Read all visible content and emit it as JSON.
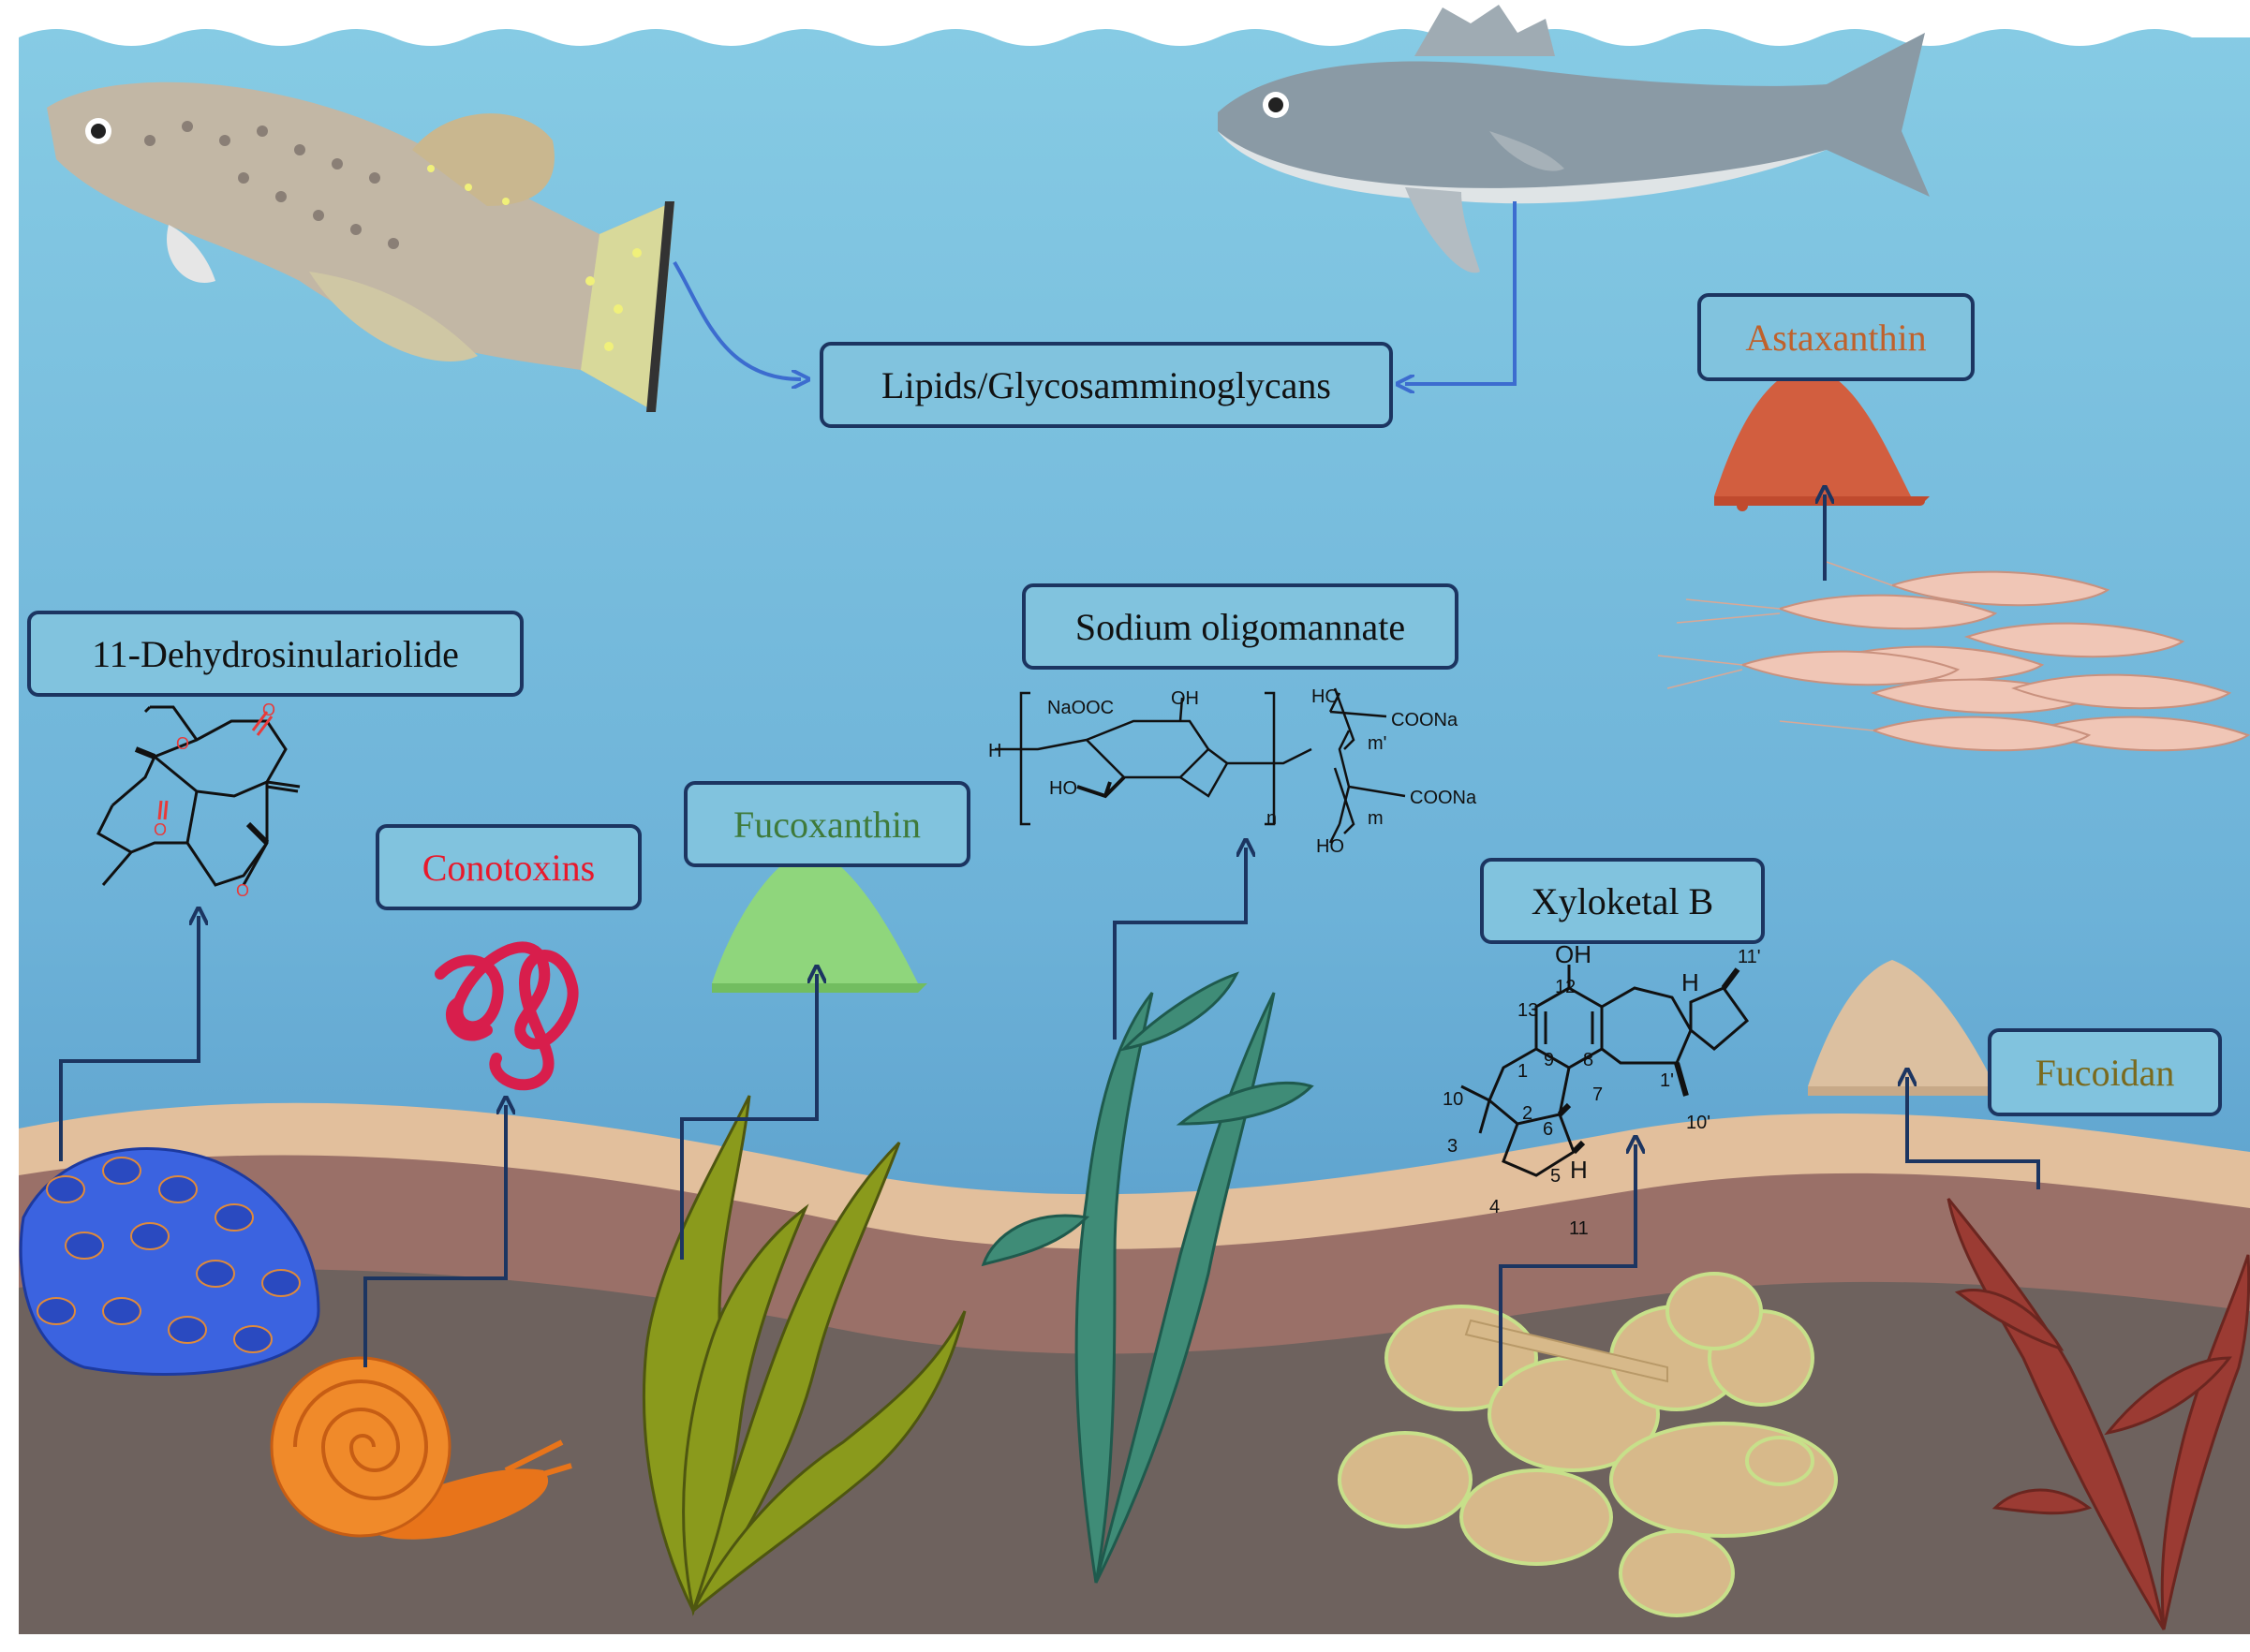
{
  "labels": {
    "lipids": "Lipids/Glycosamminoglycans",
    "astaxanthin": "Astaxanthin",
    "dehydrosinulariolide": "11-Dehydrosinulariolide",
    "conotoxins": "Conotoxins",
    "fucoxanthin": "Fucoxanthin",
    "sodium_oligomannate": "Sodium oligomannate",
    "xyloketal_b": "Xyloketal B",
    "fucoidan": "Fucoidan"
  },
  "label_colors": {
    "default": "#111111",
    "astaxanthin": "#c0612b",
    "conotoxins": "#e8192c",
    "fucoxanthin": "#3f7a3a",
    "fucoidan": "#7a6a1e"
  },
  "structures": {
    "oligomannate": {
      "naooc": "NaOOC",
      "oh_top": "OH",
      "ho_left": "HO",
      "h": "H",
      "n": "n",
      "m_prime": "m'",
      "m": "m",
      "coona1": "COONa",
      "coona2": "COONa",
      "ho1": "HO",
      "ho2": "HO"
    },
    "xyloketal": {
      "oh": "OH",
      "h1": "H",
      "h2": "H",
      "n12": "12",
      "n13": "13",
      "n9": "9",
      "n8": "8",
      "n1": "1",
      "n10": "10",
      "n2": "2",
      "n3": "3",
      "n6": "6",
      "n7": "7",
      "n5": "5",
      "n4": "4",
      "n11": "11",
      "n1p": "1'",
      "n10p": "10'",
      "n11p": "11'"
    },
    "dehydro": {
      "o1": "O",
      "o2": "O",
      "o3": "O",
      "o4": "O"
    }
  },
  "organisms": [
    "killifish-icon",
    "sea-bass-icon",
    "krill-icon",
    "astaxanthin-powder-icon",
    "blue-sponge-icon",
    "cone-snail-icon",
    "conotoxin-peptide-icon",
    "fucoxanthin-powder-icon",
    "brown-kelp-icon",
    "green-seaweed-icon",
    "fungus-colony-icon",
    "red-seaweed-icon",
    "fucoidan-powder-icon"
  ],
  "colors": {
    "water_top": "#82c8e2",
    "water_bottom": "#4d93c3",
    "sand": "#e2bf9c",
    "sediment": "#9a7068",
    "seabed": "#6e625e",
    "arrow": "#1c3561",
    "label_fill": "#81c3de"
  }
}
